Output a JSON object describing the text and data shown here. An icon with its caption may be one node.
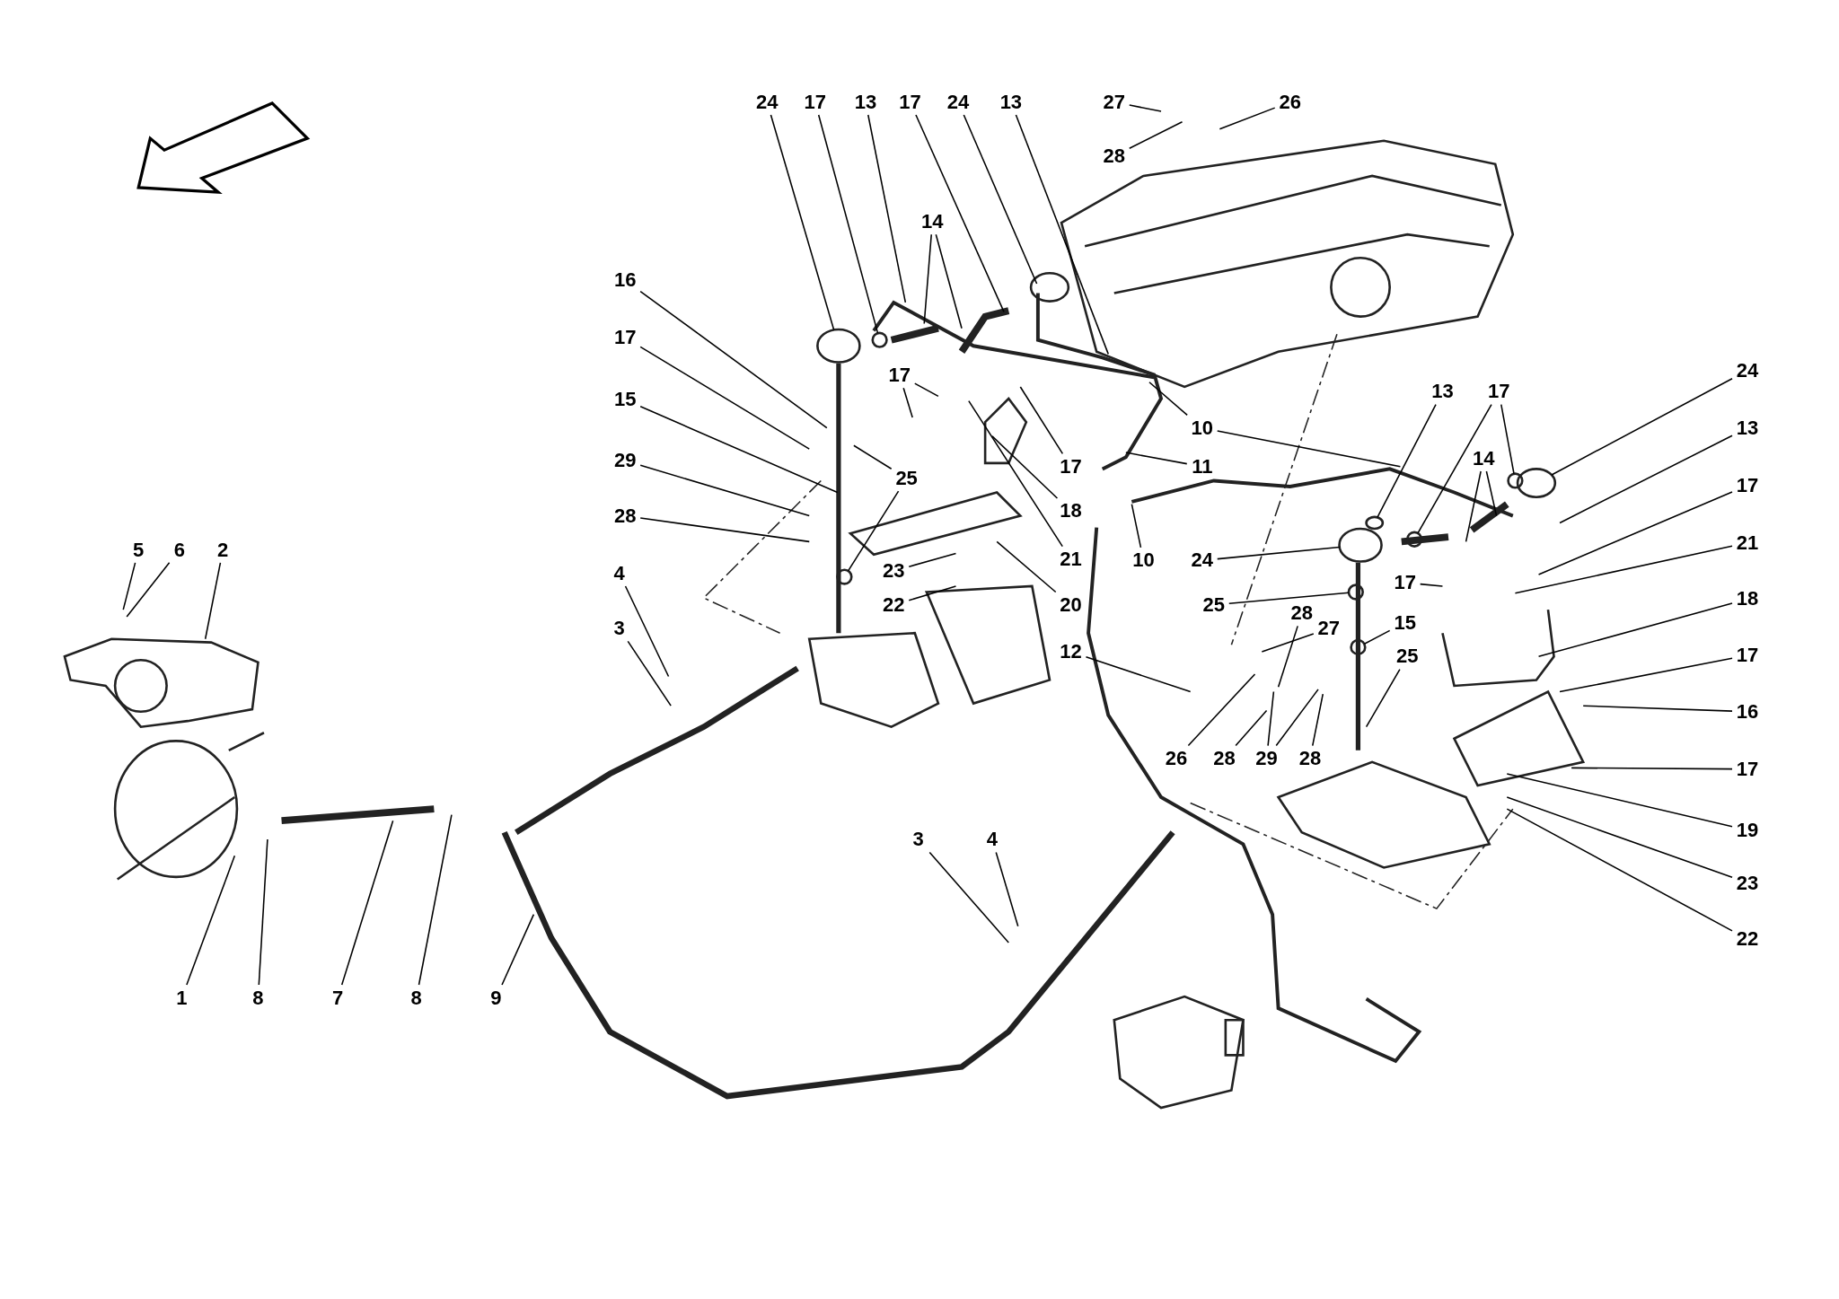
{
  "diagram": {
    "nodes": [
      {
        "text": [
          "24"
        ]
      },
      {
        "text": [
          "17"
        ]
      },
      {
        "text": [
          "13"
        ]
      },
      {
        "text": [
          "17"
        ]
      },
      {
        "text": [
          "24"
        ]
      },
      {
        "text": [
          "13"
        ]
      },
      {
        "text": [
          "27"
        ]
      },
      {
        "text": [
          "26"
        ]
      },
      {
        "text": [
          "28"
        ]
      },
      {
        "text": [
          "14"
        ]
      },
      {
        "text": [
          "16"
        ]
      },
      {
        "text": [
          "17"
        ]
      },
      {
        "text": [
          "24"
        ]
      },
      {
        "text": [
          "17"
        ]
      },
      {
        "text": [
          "13"
        ]
      },
      {
        "text": [
          "17"
        ]
      },
      {
        "text": [
          "15"
        ]
      },
      {
        "text": [
          "10"
        ]
      },
      {
        "text": [
          "13"
        ]
      },
      {
        "text": [
          "14"
        ]
      },
      {
        "text": [
          "29"
        ]
      },
      {
        "text": [
          "17"
        ]
      },
      {
        "text": [
          "11"
        ]
      },
      {
        "text": [
          "25"
        ]
      },
      {
        "text": [
          "17"
        ]
      },
      {
        "text": [
          "18"
        ]
      },
      {
        "text": [
          "28"
        ]
      },
      {
        "text": [
          "21"
        ]
      },
      {
        "text": [
          "5"
        ]
      },
      {
        "text": [
          "6"
        ]
      },
      {
        "text": [
          "2"
        ]
      },
      {
        "text": [
          "21"
        ]
      },
      {
        "text": [
          "24"
        ]
      },
      {
        "text": [
          "10"
        ]
      },
      {
        "text": [
          "23"
        ]
      },
      {
        "text": [
          "4"
        ]
      },
      {
        "text": [
          "17"
        ]
      },
      {
        "text": [
          "18"
        ]
      },
      {
        "text": [
          "20"
        ]
      },
      {
        "text": [
          "22"
        ]
      },
      {
        "text": [
          "25"
        ]
      },
      {
        "text": [
          "28"
        ]
      },
      {
        "text": [
          "15"
        ]
      },
      {
        "text": [
          "3"
        ]
      },
      {
        "text": [
          "27"
        ]
      },
      {
        "text": [
          "12"
        ]
      },
      {
        "text": [
          "17"
        ]
      },
      {
        "text": [
          "25"
        ]
      },
      {
        "text": [
          "16"
        ]
      },
      {
        "text": [
          "26"
        ]
      },
      {
        "text": [
          "28"
        ]
      },
      {
        "text": [
          "29"
        ]
      },
      {
        "text": [
          "28"
        ]
      },
      {
        "text": [
          "17"
        ]
      },
      {
        "text": [
          "19"
        ]
      },
      {
        "text": [
          "3"
        ]
      },
      {
        "text": [
          "4"
        ]
      },
      {
        "text": [
          "23"
        ]
      },
      {
        "text": [
          "22"
        ]
      },
      {
        "text": [
          "1"
        ]
      },
      {
        "text": [
          "8"
        ]
      },
      {
        "text": [
          "7"
        ]
      },
      {
        "text": [
          "8"
        ]
      },
      {
        "text": [
          "9"
        ]
      },
      {
        "text": [],
        "shape": "circle"
      },
      {
        "text": [],
        "shape": "circle"
      },
      {
        "text": [],
        "shape": "circle"
      },
      {
        "text": [],
        "shape": "circle"
      },
      {
        "text": [],
        "shape": "circle"
      },
      {
        "text": [],
        "shape": "circle"
      },
      {
        "text": [],
        "shape": "circle"
      },
      {
        "text": [],
        "shape": "circle"
      },
      {
        "text": [],
        "shape": "circle"
      },
      {
        "text": [],
        "shape": "circle"
      }
    ],
    "edges": [
      {
        "from": 0,
        "to": 64,
        "arrow": "none"
      },
      {
        "from": 1,
        "to": 65,
        "arrow": "none"
      },
      {
        "from": 2,
        "to": null,
        "arrow": "none"
      },
      {
        "from": 3,
        "to": null,
        "arrow": "none"
      },
      {
        "from": 4,
        "to": null,
        "arrow": "none"
      },
      {
        "from": 5,
        "to": null,
        "arrow": "none"
      },
      {
        "from": 6,
        "to": null,
        "arrow": "none"
      },
      {
        "from": 7,
        "to": null,
        "arrow": "none"
      },
      {
        "from": 8,
        "to": null,
        "arrow": "none"
      },
      {
        "from": 9,
        "to": null,
        "arrow": "none"
      },
      {
        "from": 9,
        "to": null,
        "arrow": "none"
      },
      {
        "from": 10,
        "to": null,
        "arrow": "none"
      },
      {
        "from": 11,
        "to": null,
        "arrow": "none"
      },
      {
        "from": 12,
        "to": 66,
        "arrow": "none"
      },
      {
        "from": 13,
        "to": null,
        "arrow": "none"
      },
      {
        "from": 13,
        "to": null,
        "arrow": "none"
      },
      {
        "from": 14,
        "to": 67,
        "arrow": "none"
      },
      {
        "from": 15,
        "to": 73,
        "arrow": "none"
      },
      {
        "from": 15,
        "to": 68,
        "arrow": "none"
      },
      {
        "from": 16,
        "to": null,
        "arrow": "none"
      },
      {
        "from": 17,
        "to": null,
        "arrow": "none"
      },
      {
        "from": 17,
        "to": null,
        "arrow": "none"
      },
      {
        "from": 18,
        "to": null,
        "arrow": "none"
      },
      {
        "from": 19,
        "to": null,
        "arrow": "none"
      },
      {
        "from": 19,
        "to": null,
        "arrow": "none"
      },
      {
        "from": 20,
        "to": null,
        "arrow": "none"
      },
      {
        "from": 21,
        "to": null,
        "arrow": "none"
      },
      {
        "from": 22,
        "to": null,
        "arrow": "none"
      },
      {
        "from": 23,
        "to": null,
        "arrow": "none"
      },
      {
        "from": 23,
        "to": 69,
        "arrow": "none"
      },
      {
        "from": 24,
        "to": null,
        "arrow": "none"
      },
      {
        "from": 25,
        "to": null,
        "arrow": "none"
      },
      {
        "from": 26,
        "to": null,
        "arrow": "none"
      },
      {
        "from": 27,
        "to": null,
        "arrow": "none"
      },
      {
        "from": 28,
        "to": null,
        "arrow": "none"
      },
      {
        "from": 29,
        "to": null,
        "arrow": "none"
      },
      {
        "from": 30,
        "to": null,
        "arrow": "none"
      },
      {
        "from": 31,
        "to": null,
        "arrow": "none"
      },
      {
        "from": 32,
        "to": 70,
        "arrow": "none"
      },
      {
        "from": 33,
        "to": null,
        "arrow": "none"
      },
      {
        "from": 34,
        "to": null,
        "arrow": "none"
      },
      {
        "from": 35,
        "to": null,
        "arrow": "none"
      },
      {
        "from": 36,
        "to": null,
        "arrow": "none"
      },
      {
        "from": 37,
        "to": null,
        "arrow": "none"
      },
      {
        "from": 38,
        "to": null,
        "arrow": "none"
      },
      {
        "from": 39,
        "to": null,
        "arrow": "none"
      },
      {
        "from": 40,
        "to": 71,
        "arrow": "none"
      },
      {
        "from": 41,
        "to": null,
        "arrow": "none"
      },
      {
        "from": 42,
        "to": 72,
        "arrow": "none"
      },
      {
        "from": 43,
        "to": null,
        "arrow": "none"
      },
      {
        "from": 44,
        "to": null,
        "arrow": "none"
      },
      {
        "from": 45,
        "to": null,
        "arrow": "none"
      },
      {
        "from": 46,
        "to": null,
        "arrow": "none"
      },
      {
        "from": 47,
        "to": null,
        "arrow": "none"
      },
      {
        "from": 48,
        "to": null,
        "arrow": "none"
      },
      {
        "from": 49,
        "to": null,
        "arrow": "none"
      },
      {
        "from": 50,
        "to": null,
        "arrow": "none"
      },
      {
        "from": 51,
        "to": null,
        "arrow": "none"
      },
      {
        "from": 51,
        "to": null,
        "arrow": "none"
      },
      {
        "from": 52,
        "to": null,
        "arrow": "none"
      },
      {
        "from": 53,
        "to": null,
        "arrow": "none"
      },
      {
        "from": 54,
        "to": null,
        "arrow": "none"
      },
      {
        "from": 55,
        "to": null,
        "arrow": "none"
      },
      {
        "from": 56,
        "to": null,
        "arrow": "none"
      },
      {
        "from": 57,
        "to": null,
        "arrow": "none"
      },
      {
        "from": 58,
        "to": null,
        "arrow": "none"
      },
      {
        "from": 59,
        "to": null,
        "arrow": "none"
      },
      {
        "from": 60,
        "to": null,
        "arrow": "none"
      },
      {
        "from": 61,
        "to": null,
        "arrow": "none"
      },
      {
        "from": 62,
        "to": null,
        "arrow": "none"
      },
      {
        "from": 63,
        "to": null,
        "arrow": "none"
      }
    ]
  }
}
